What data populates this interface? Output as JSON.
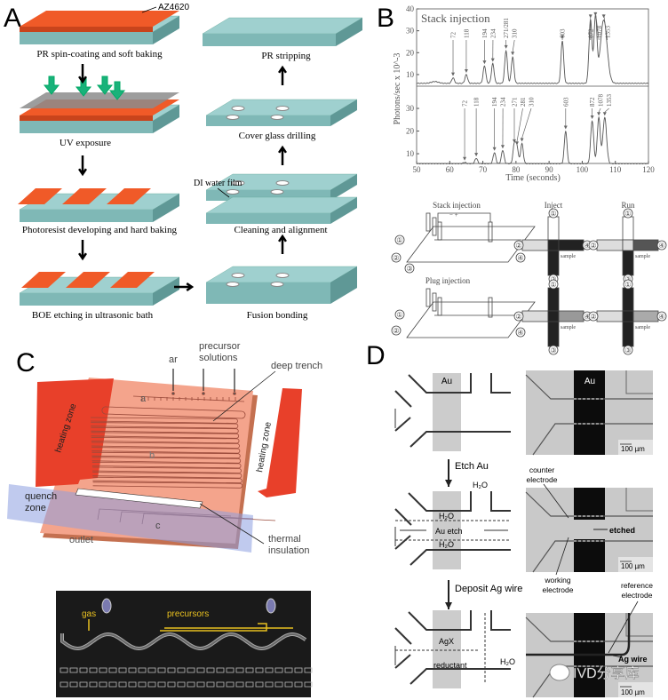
{
  "panel_letters": {
    "a": "A",
    "b": "B",
    "c": "C",
    "d": "D"
  },
  "panel_a": {
    "photoresist_label": "AZ4620",
    "left_steps": [
      "PR spin-coating and soft baking",
      "UV exposure",
      "Photoresist developing and hard baking",
      "BOE etching in ultrasonic bath"
    ],
    "right_steps": [
      "PR stripping",
      "Cover glass drilling",
      "Cleaning and alignment",
      "Fusion bonding"
    ],
    "di_water_label": "DI water film",
    "colors": {
      "photoresist": "#f05a28",
      "glass": "#9fd0cf",
      "uv_arrow": "#19b27a",
      "mask": "#8c8c8c"
    }
  },
  "panel_b": {
    "chart_data": {
      "type": "line",
      "xlabel": "Time (seconds)",
      "ylabel": "Photons/sec x 10^-3",
      "xlim": [
        50,
        120
      ],
      "xticks": [
        "50",
        "60",
        "70",
        "80",
        "90",
        "100",
        "110",
        "120"
      ],
      "subplots": [
        {
          "title": "Stack injection",
          "ylim": [
            4.7,
            40
          ],
          "yticks": [
            "10",
            "20",
            "30",
            "40"
          ],
          "baseline": 6,
          "peaks": [
            {
              "label": "72",
              "x": 61,
              "y": 8.5
            },
            {
              "label": "118",
              "x": 65,
              "y": 10
            },
            {
              "label": "194",
              "x": 70.5,
              "y": 14
            },
            {
              "label": "234",
              "x": 73,
              "y": 15
            },
            {
              "label": "271/281",
              "x": 77,
              "y": 21
            },
            {
              "label": "310",
              "x": 79,
              "y": 18
            },
            {
              "label": "603",
              "x": 94,
              "y": 25.5
            },
            {
              "label": "872",
              "x": 102.5,
              "y": 35
            },
            {
              "label": "1078",
              "x": 104,
              "y": 36
            },
            {
              "label": "1353",
              "x": 106.5,
              "y": 35
            }
          ]
        },
        {
          "title": "",
          "ylim": [
            5.7,
            40
          ],
          "yticks": [
            "10",
            "20",
            "30"
          ],
          "baseline": 5.6,
          "peaks": [
            {
              "label": "72",
              "x": 64.5,
              "y": 6.2
            },
            {
              "label": "118",
              "x": 68,
              "y": 8
            },
            {
              "label": "194",
              "x": 73.5,
              "y": 10.5
            },
            {
              "label": "234",
              "x": 76,
              "y": 11.5
            },
            {
              "label": "271",
              "x": 79.5,
              "y": 14
            },
            {
              "label": "281",
              "x": 80.3,
              "y": 13
            },
            {
              "label": "310",
              "x": 81.8,
              "y": 14.5
            },
            {
              "label": "603",
              "x": 95,
              "y": 20
            },
            {
              "label": "872",
              "x": 103,
              "y": 24.5
            },
            {
              "label": "1078",
              "x": 105,
              "y": 26
            },
            {
              "label": "1353",
              "x": 106.8,
              "y": 26
            }
          ]
        }
      ]
    },
    "schematic": {
      "stack_title": "Stack injection",
      "plug_title": "Plug injection",
      "inject_label": "Inject",
      "run_label": "Run",
      "sample_label": "sample",
      "port_labels": [
        "①",
        "②",
        "③",
        "④"
      ],
      "polarity": "−  +"
    }
  },
  "panel_c": {
    "ar_label": "ar",
    "precursor_label_1": "precursor",
    "precursor_label_2": "solutions",
    "deep_trench_label": "deep trench",
    "zone_a": "a",
    "zone_b": "b",
    "zone_c": "c",
    "heating_zone_label": "heating zone",
    "quench_label_1": "quench",
    "quench_label_2": "zone",
    "outlet_label": "outlet",
    "thermal_label_1": "thermal",
    "thermal_label_2": "insulation",
    "gas_label": "gas",
    "precursors_label": "precursors",
    "colors": {
      "chip": "#f4a48c",
      "heater": "#e8402a",
      "quench": "#8c9ee0",
      "photo_bg": "#1a1a1a",
      "flow_arrow": "#e8c020"
    }
  },
  "panel_d": {
    "au_label": "Au",
    "etch_au_label": "Etch Au",
    "deposit_label": "Deposit Ag wire",
    "h2o_label": "H₂O",
    "au_etch_label": "Au etch",
    "agx_label": "AgX",
    "reductant_label": "reductant",
    "counter_label_1": "counter",
    "counter_label_2": "electrode",
    "etched_label": "etched",
    "working_label_1": "working",
    "working_label_2": "electrode",
    "reference_label_1": "reference",
    "reference_label_2": "electrode",
    "ag_wire_label": "Ag wire",
    "scale_bar_label": "100 µm"
  },
  "watermark": {
    "text": "IVD分享库"
  }
}
